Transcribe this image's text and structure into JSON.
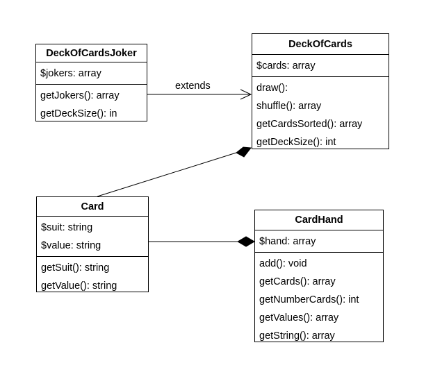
{
  "diagram": {
    "classes": [
      {
        "id": "deckofcardsjoker",
        "name": "DeckOfCardsJoker",
        "attributes": [
          "$jokers: array"
        ],
        "methods": [
          "getJokers(): array",
          "getDeckSize(): in"
        ]
      },
      {
        "id": "deckofcards",
        "name": "DeckOfCards",
        "attributes": [
          "$cards: array"
        ],
        "methods": [
          "draw():",
          "shuffle(): array",
          "getCardsSorted(): array",
          "getDeckSize(): int"
        ]
      },
      {
        "id": "card",
        "name": "Card",
        "attributes": [
          "$suit: string",
          "$value: string"
        ],
        "methods": [
          "getSuit(): string",
          "getValue(): string"
        ]
      },
      {
        "id": "cardhand",
        "name": "CardHand",
        "attributes": [
          "$hand: array"
        ],
        "methods": [
          "add(): void",
          "getCards(): array",
          "getNumberCards(): int",
          "getValues(): array",
          "getString(): array"
        ]
      }
    ],
    "relations": [
      {
        "id": "joker-extends-deck",
        "type": "inheritance",
        "from": "deckofcardsjoker",
        "to": "deckofcards",
        "label": "extends"
      },
      {
        "id": "deck-composes-card",
        "type": "composition",
        "from": "card",
        "to": "deckofcards",
        "label": ""
      },
      {
        "id": "hand-composes-card",
        "type": "composition",
        "from": "card",
        "to": "cardhand",
        "label": ""
      }
    ]
  },
  "colors": {
    "line": "#000000",
    "fill": "#ffffff"
  }
}
